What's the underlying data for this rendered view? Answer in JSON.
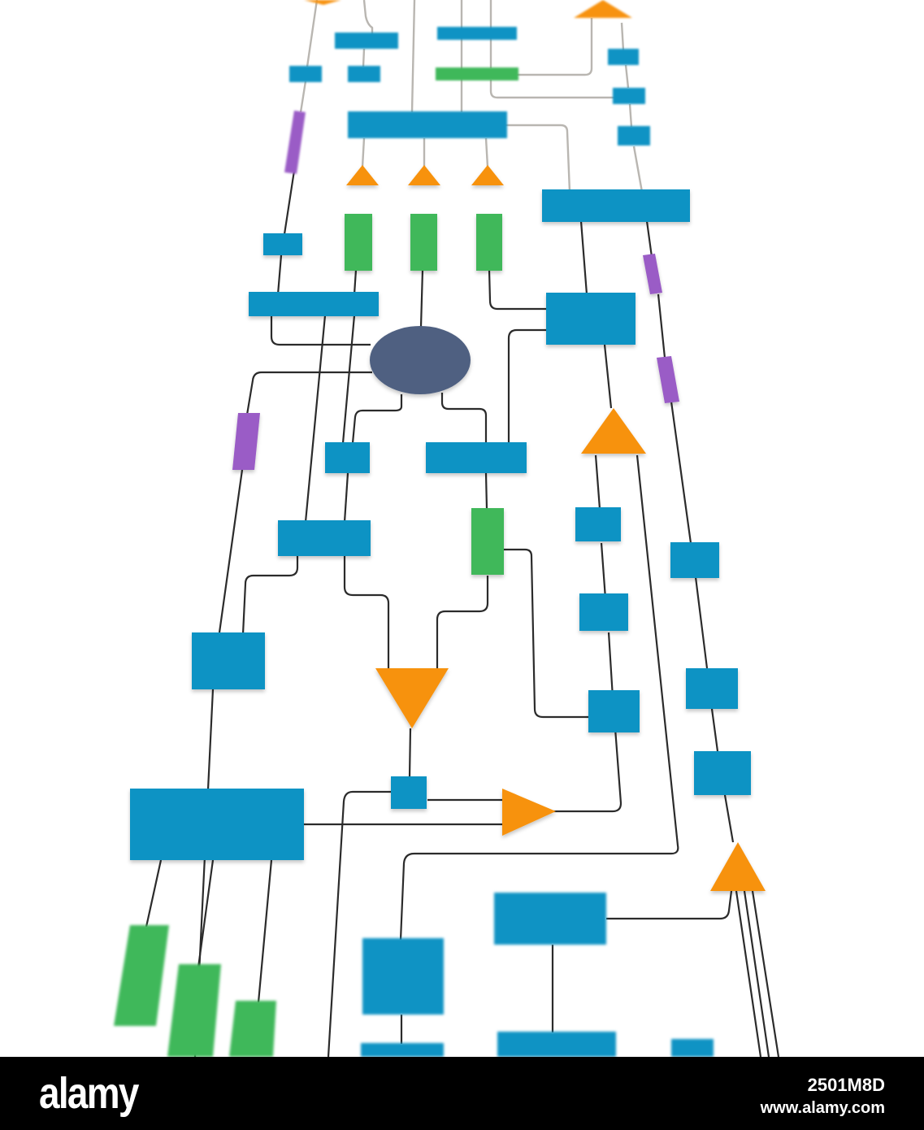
{
  "colors": {
    "process": "#0f93c4",
    "input": "#3fb85a",
    "connector": "#9a5cc6",
    "decision": "#f7920f",
    "hub": "#4f6181",
    "line": "#2b2b2b",
    "footer": "#000000"
  },
  "footer": {
    "logo": "alamy",
    "image_id": "2501M8D",
    "url": "www.alamy.com"
  }
}
